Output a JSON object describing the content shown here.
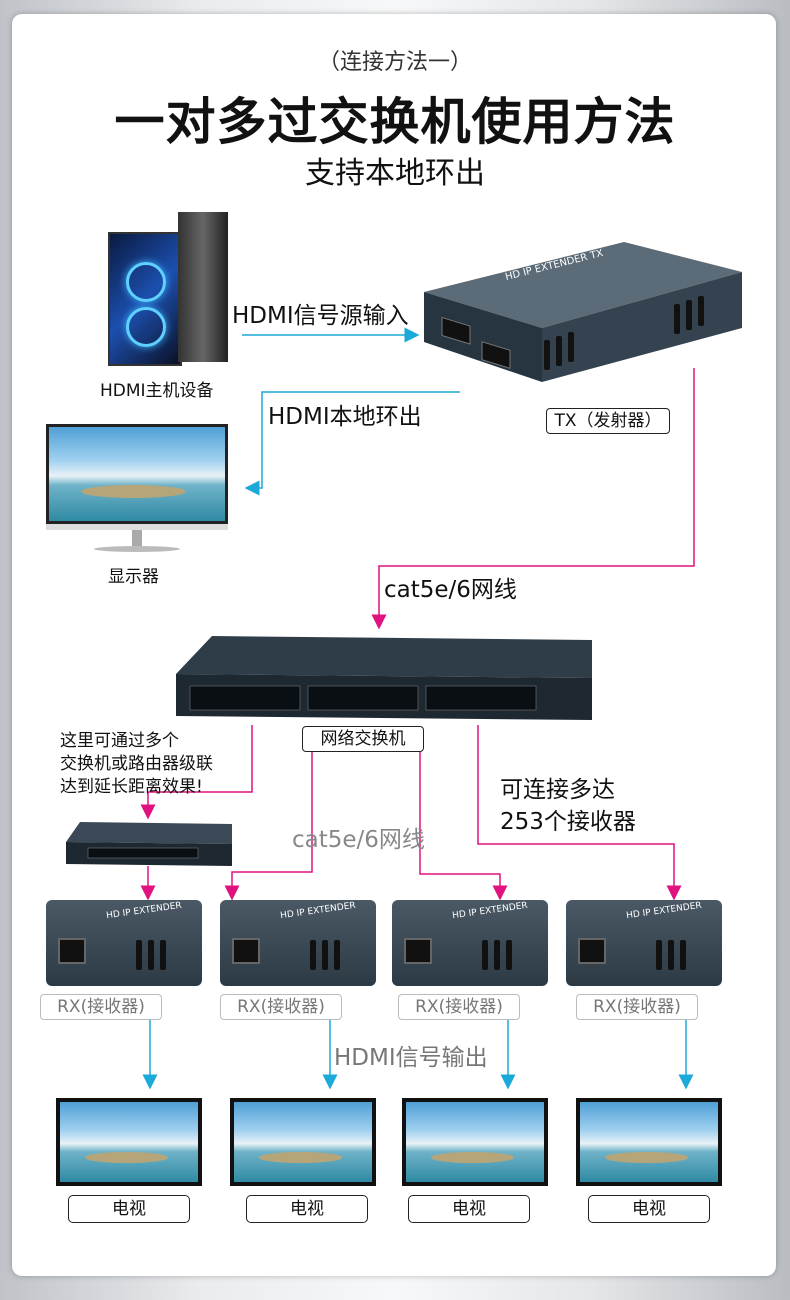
{
  "header": {
    "subtitle": "（连接方法一）",
    "title": "一对多过交换机使用方法",
    "tagline": "支持本地环出"
  },
  "devices": {
    "pc_label": "HDMI主机设备",
    "monitor_label": "显示器",
    "tx_label": "TX（发射器）",
    "tx_badge": "HD IP EXTENDER TX",
    "switch_label": "网络交换机",
    "rx_badge": "HD IP EXTENDER"
  },
  "connections": {
    "hdmi_input": "HDMI信号源输入",
    "hdmi_loop": "HDMI本地环出",
    "cable_top": "cat5e/6网线",
    "cable_mid": "cat5e/6网线",
    "hdmi_output": "HDMI信号输出"
  },
  "notes": {
    "cascade_1": "这里可通过多个",
    "cascade_2": "交换机或路由器级联",
    "cascade_3": "达到延长距离效果!",
    "max_rx_1": "可连接多达",
    "max_rx_2": "253个接收器"
  },
  "receivers": [
    {
      "label": "RX(接收器)"
    },
    {
      "label": "RX(接收器)"
    },
    {
      "label": "RX(接收器)"
    },
    {
      "label": "RX(接收器)"
    }
  ],
  "tvs": [
    {
      "label": "电视"
    },
    {
      "label": "电视"
    },
    {
      "label": "电视"
    },
    {
      "label": "电视"
    }
  ],
  "colors": {
    "hdmi_wire": "#1aa9d8",
    "cat_wire": "#e0127f",
    "device": "#34434f"
  }
}
